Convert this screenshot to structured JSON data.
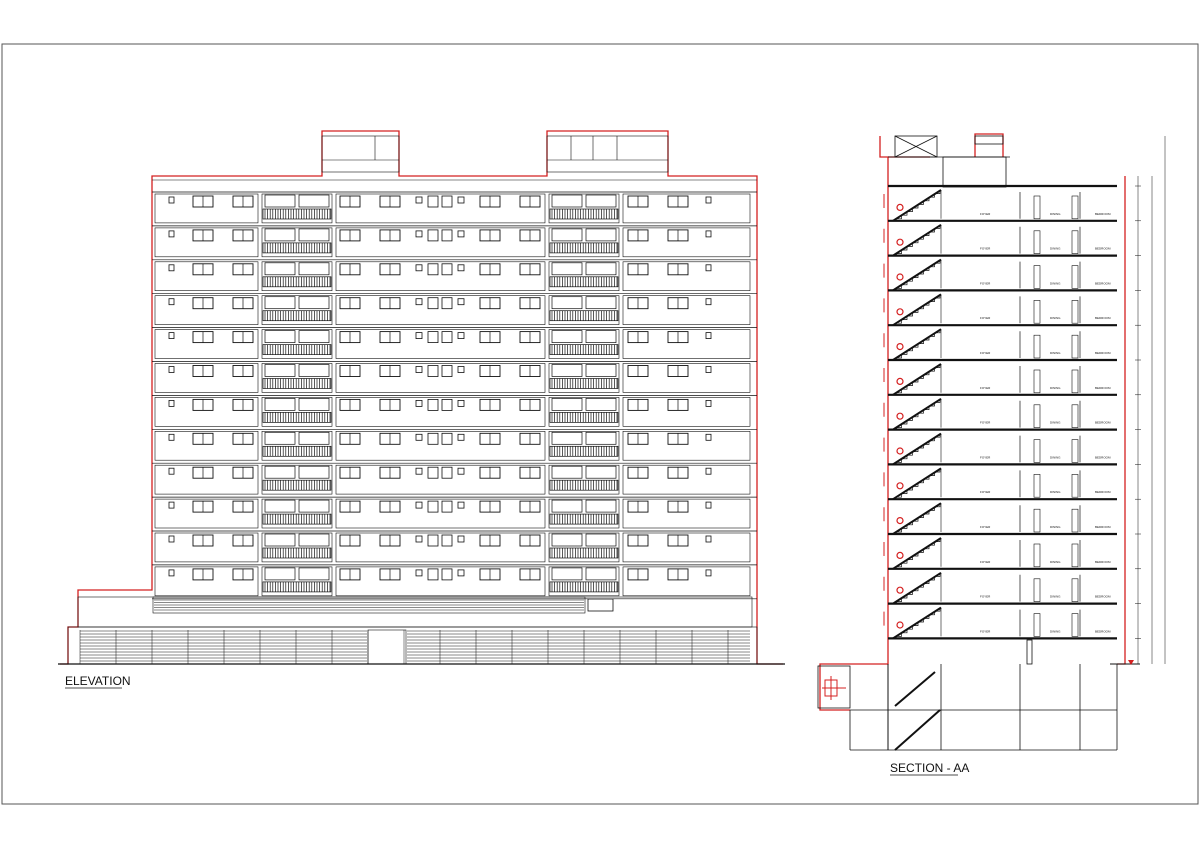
{
  "drawing": {
    "elevation": {
      "title": "ELEVATION"
    },
    "section": {
      "title": "SECTION - AA",
      "floor_count": 13,
      "room_labels": {
        "foyer": "FOYER",
        "bedroom": "BEDROOM",
        "dining": "DINING"
      }
    },
    "colors": {
      "outline": "#d42020",
      "line": "#111111",
      "sheet_border": "#444444"
    }
  }
}
